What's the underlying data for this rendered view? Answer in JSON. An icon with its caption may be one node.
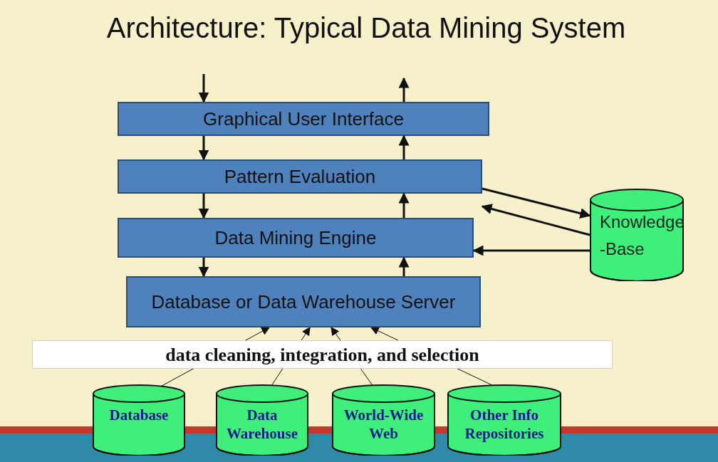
{
  "diagram": {
    "title": "Architecture: Typical Data Mining System",
    "nodes": [
      {
        "text": [
          "Graphical User Interface"
        ]
      },
      {
        "text": [
          "Pattern Evaluation"
        ]
      },
      {
        "text": [
          "Data Mining Engine"
        ]
      },
      {
        "text": [
          "Database or Data Warehouse Server"
        ]
      },
      {
        "text": [
          "Knowledge -Base"
        ]
      },
      {
        "text": [
          "Database"
        ]
      },
      {
        "text": [
          "Data Warehouse"
        ]
      },
      {
        "text": [
          "World-Wide Web"
        ]
      },
      {
        "text": [
          "Other Info Repositories"
        ]
      }
    ],
    "edges": [
      {
        "from": null,
        "to": 0,
        "arrow": "to"
      },
      {
        "from": 0,
        "to": null,
        "arrow": "to"
      },
      {
        "from": 0,
        "to": 1,
        "arrow": "to"
      },
      {
        "from": 1,
        "to": 0,
        "arrow": "to"
      },
      {
        "from": 1,
        "to": 2,
        "arrow": "to"
      },
      {
        "from": 2,
        "to": 1,
        "arrow": "to"
      },
      {
        "from": 2,
        "to": 3,
        "arrow": "to"
      },
      {
        "from": 3,
        "to": 2,
        "arrow": "to"
      },
      {
        "from": 1,
        "to": 4,
        "arrow": "to"
      },
      {
        "from": 4,
        "to": 1,
        "arrow": "to"
      },
      {
        "from": 4,
        "to": 2,
        "arrow": "to"
      },
      {
        "from": 5,
        "to": 3,
        "arrow": "to"
      },
      {
        "from": 6,
        "to": 3,
        "arrow": "to"
      },
      {
        "from": 7,
        "to": 3,
        "arrow": "to"
      },
      {
        "from": 8,
        "to": 3,
        "arrow": "to"
      }
    ],
    "labels": [
      "data cleaning, integration, and selection"
    ]
  }
}
